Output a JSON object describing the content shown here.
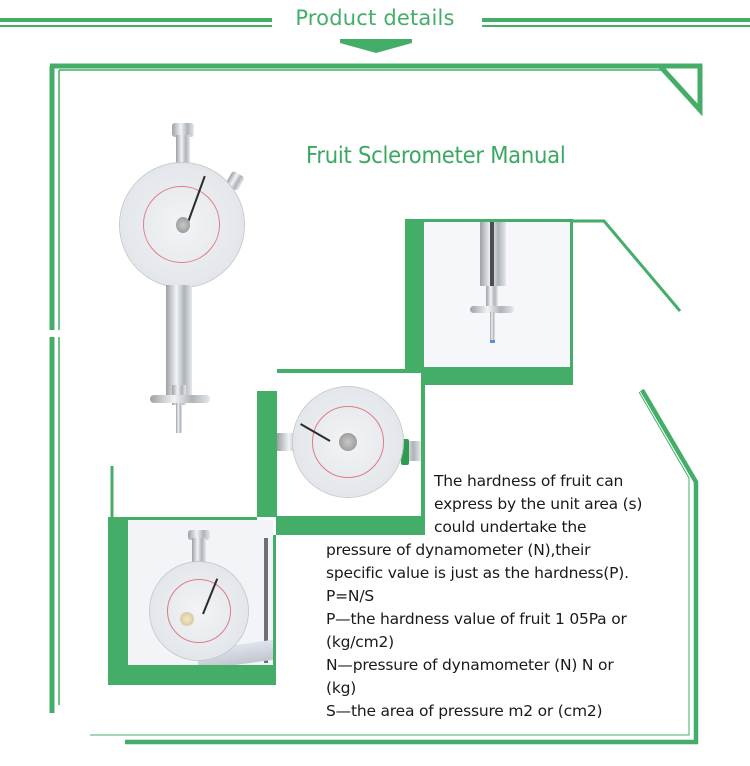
{
  "header": {
    "title": "Product details",
    "arrow_icon": "chevron-down-arrow",
    "accent_color": "#44ae69"
  },
  "main": {
    "title": "Fruit Sclerometer Manual",
    "description_lines": [
      "The hardness of fruit can",
      "express by the unit area (s)",
      "could undertake the",
      "pressure of dynamometer (N),their",
      "specific value is just as the hardness(P).",
      "P=N/S",
      "P—the hardness value of fruit 1 05Pa or",
      "(kg/cm2)",
      "N—pressure of dynamometer (N) N or",
      "(kg)",
      "S—the area of pressure m2 or (cm2)"
    ]
  },
  "images": [
    {
      "name": "sclerometer-full-view",
      "alt": "Fruit sclerometer with dial gauge"
    },
    {
      "name": "sclerometer-probe-closeup",
      "alt": "Sclerometer probe tip"
    },
    {
      "name": "sclerometer-dial-angled",
      "alt": "Dial gauge angled view"
    },
    {
      "name": "sclerometer-on-stand",
      "alt": "Sclerometer mounted on stand"
    }
  ]
}
